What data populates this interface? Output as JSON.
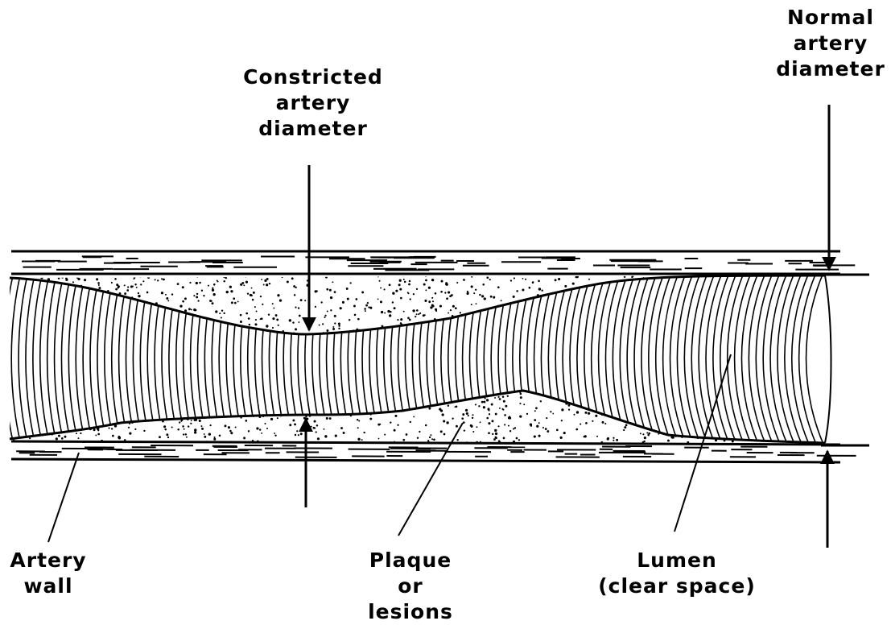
{
  "labels": {
    "normal_diameter": [
      "Normal",
      "artery",
      "diameter"
    ],
    "constricted_diameter": [
      "Constricted",
      "artery",
      "diameter"
    ],
    "artery_wall": [
      "Artery",
      "wall"
    ],
    "plaque": [
      "Plaque",
      "or",
      "lesions"
    ],
    "lumen": [
      "Lumen",
      "(clear space)"
    ]
  },
  "colors": {
    "ink": "#000000",
    "background": "#ffffff"
  }
}
